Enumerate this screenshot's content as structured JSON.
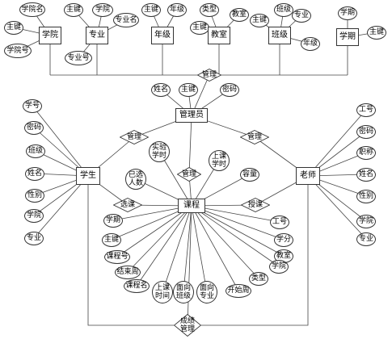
{
  "diagram": {
    "entities": {
      "xueyuan": "学院",
      "zhuanye": "专业",
      "nianji": "年级",
      "jiaoshi": "教室",
      "banji": "班级",
      "xueqi": "学期",
      "guanliyuan": "管理员",
      "xuesheng": "学生",
      "kecheng": "课程",
      "laoshi": "老师"
    },
    "relationships": {
      "top_manage": "管理",
      "manage_left": "管理",
      "manage_right": "管理",
      "manage_mid": "管理",
      "xuanke": "选课",
      "shouke": "授课",
      "chengji": "成绩\n管理"
    },
    "attributes": {
      "a_yuanming": "学院名",
      "a_xy_zhujian": "主键",
      "a_xueyuanhao": "学院号",
      "a_zy_zhujian": "主键",
      "a_zy_xueyuan": "学院",
      "a_zhuanyeming": "专业名",
      "a_zhuanyehao": "专业号",
      "a_nj_zhujian": "主键",
      "a_nj_nianji": "年级",
      "a_js_leixing": "类型",
      "a_js_zhujian": "主键",
      "a_js_jiaoshi": "教室",
      "a_bj_zhujian": "主键",
      "a_bj_banji": "班级",
      "a_bj_zhuanye": "专业",
      "a_bj_nianji": "年级",
      "a_xq_xueqi": "学期",
      "a_xq_zhujian": "主键",
      "a_gl_xingming": "姓名",
      "a_gl_zhujian": "主键",
      "a_gl_mima": "密码",
      "a_xs_xuehao": "学号",
      "a_xs_mima": "密码",
      "a_xs_banji": "班级",
      "a_xs_xingming": "姓名",
      "a_xs_xingbie": "性别",
      "a_xs_xueyuan": "学院",
      "a_xs_zhuanye": "专业",
      "a_ls_gonghao": "工号",
      "a_ls_mima": "密码",
      "a_ls_zhicheng": "职称",
      "a_ls_xingming": "姓名",
      "a_ls_xingbie": "性别",
      "a_ls_xueyuan": "学院",
      "a_ls_zhuanye": "专业",
      "a_kc_shiyan": "实验\n学时",
      "a_kc_shangke": "上课\n学时",
      "a_kc_yixuan": "已选\n人数",
      "a_kc_rongliang": "容量",
      "a_kc_gonghao": "工号",
      "a_kc_xuefen": "学分",
      "a_kc_jiaoshi": "教室",
      "a_kc_xueyuan": "学院",
      "a_kc_leixing": "类型",
      "a_kc_xueqi": "学期",
      "a_kc_zhujian": "主键",
      "a_kc_kechenghao": "课程号",
      "a_kc_jieshuzhou": "结束周",
      "a_kc_kechengming": "课程名",
      "a_kc_shangkeshijian": "上课\n时间",
      "a_kc_mianxiangbanji": "面向\n班级",
      "a_kc_mianxiangzhuanye": "面向\n专业",
      "a_kc_kaishizhou": "开始周"
    }
  }
}
